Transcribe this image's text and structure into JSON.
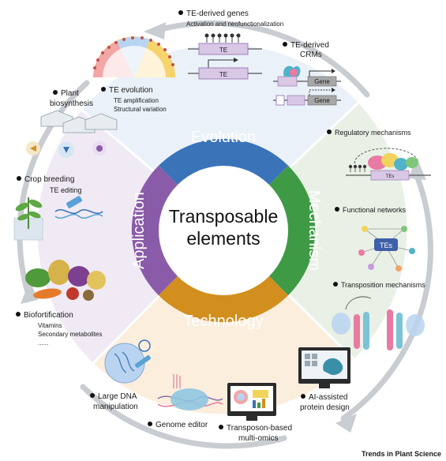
{
  "center": {
    "line1": "Transposable",
    "line2": "elements"
  },
  "segments": {
    "evolution": {
      "label": "Evolution",
      "color": "#3a73b8"
    },
    "mechanism": {
      "label": "Mechanism",
      "color": "#3f9a45"
    },
    "technology": {
      "label": "Technology",
      "color": "#d28f1e"
    },
    "application": {
      "label": "Application",
      "color": "#8a5ba8"
    }
  },
  "evolution_items": {
    "genes_title": "TE-derived genes",
    "genes_sub": "Activation and neofunctionalization",
    "crms_line1": "TE-derived",
    "crms_line2": "CRMs",
    "te_evolution_title": "TE evolution",
    "te_evolution_sub1": "TE amplification",
    "te_evolution_sub2": "Structural variation",
    "te_box": "TE",
    "gene_box": "Gene"
  },
  "mechanism_items": {
    "regulatory": "Regulatory mechanisms",
    "functional": "Functional networks",
    "transposition": "Transposition mechanisms",
    "tes_label": "TEs",
    "te_small": "TEs"
  },
  "technology_items": {
    "ai_line1": "AI-assisted",
    "ai_line2": "protein design",
    "multiomics_line1": "Transposon-based",
    "multiomics_line2": "multi-omics",
    "genome_editor": "Genome editor",
    "dna_line1": "Large DNA",
    "dna_line2": "manipulation"
  },
  "application_items": {
    "plant_line1": "Plant",
    "plant_line2": "biosynthesis",
    "crop_title": "Crop breeding",
    "crop_sub": "TE editing",
    "bio_title": "Biofortification",
    "bio_sub1": "Vitamins",
    "bio_sub2": "Secondary metabolites",
    "bio_sub3": "......"
  },
  "footer": "Trends in Plant Science"
}
